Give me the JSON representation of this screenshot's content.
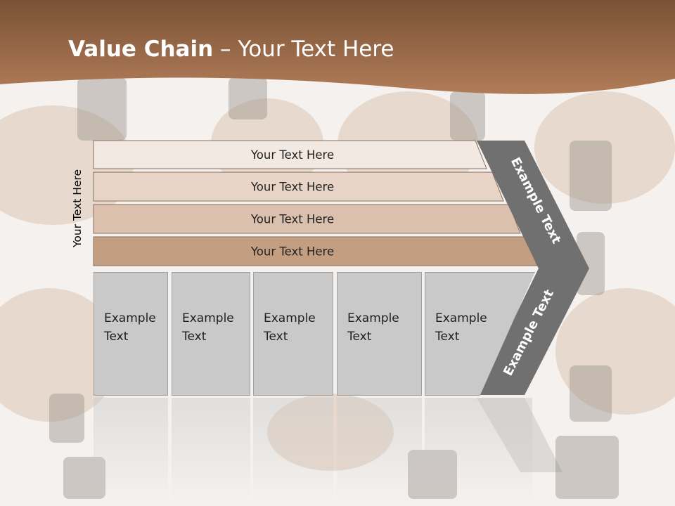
{
  "slide": {
    "title_bold": "Value Chain",
    "title_rest": " – Your Text Here",
    "vertical_label": "Your Text Here"
  },
  "bands": [
    {
      "label": "Your Text Here",
      "color": "#f3e9e3"
    },
    {
      "label": "Your Text Here",
      "color": "#e8d5c8"
    },
    {
      "label": "Your Text Here",
      "color": "#dcc0ae"
    },
    {
      "label": "Your Text Here",
      "color": "#c49e80"
    }
  ],
  "boxes": [
    {
      "line1": "Example",
      "line2": "Text"
    },
    {
      "line1": "Example",
      "line2": "Text"
    },
    {
      "line1": "Example",
      "line2": "Text"
    },
    {
      "line1": "Example",
      "line2": "Text"
    },
    {
      "line1": "Example",
      "line2": "Text"
    }
  ],
  "chevron": {
    "upper_label": "Example Text",
    "lower_label": "Example Text",
    "color": "#707070"
  },
  "colors": {
    "header_brown": "#9a6846",
    "box_gray": "#c9c9c9"
  }
}
